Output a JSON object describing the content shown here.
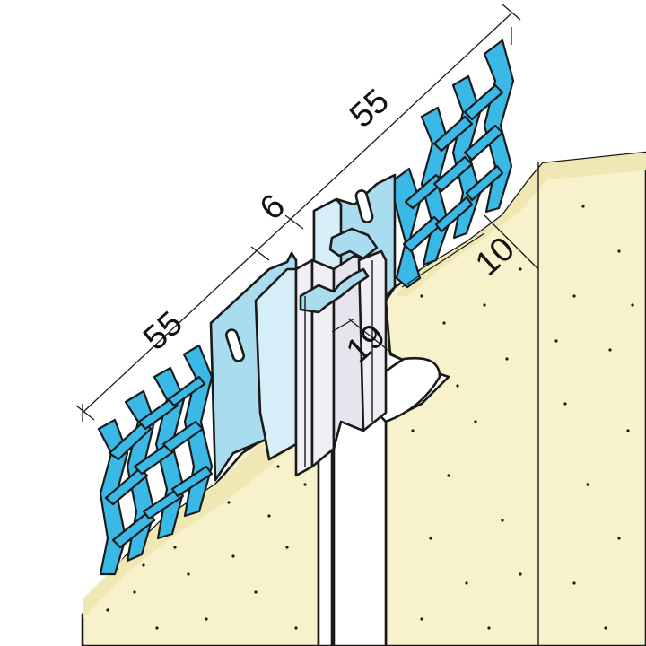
{
  "dimensions": {
    "left_mesh_width": "55",
    "right_mesh_width": "55",
    "joint_gap": "6",
    "plaster_depth": "10",
    "profile_depth": "19"
  },
  "colors": {
    "plaster": "#f7f2cc",
    "plaster_edge": "#efe8b4",
    "mesh": "#3ab8e6",
    "mesh_dark": "#1f8fc0",
    "profile": "#a9dcef",
    "profile_light": "#d6eef7",
    "cord": "#ffffff",
    "gasket": "#f1eef4",
    "outline": "#1a1a1a"
  }
}
